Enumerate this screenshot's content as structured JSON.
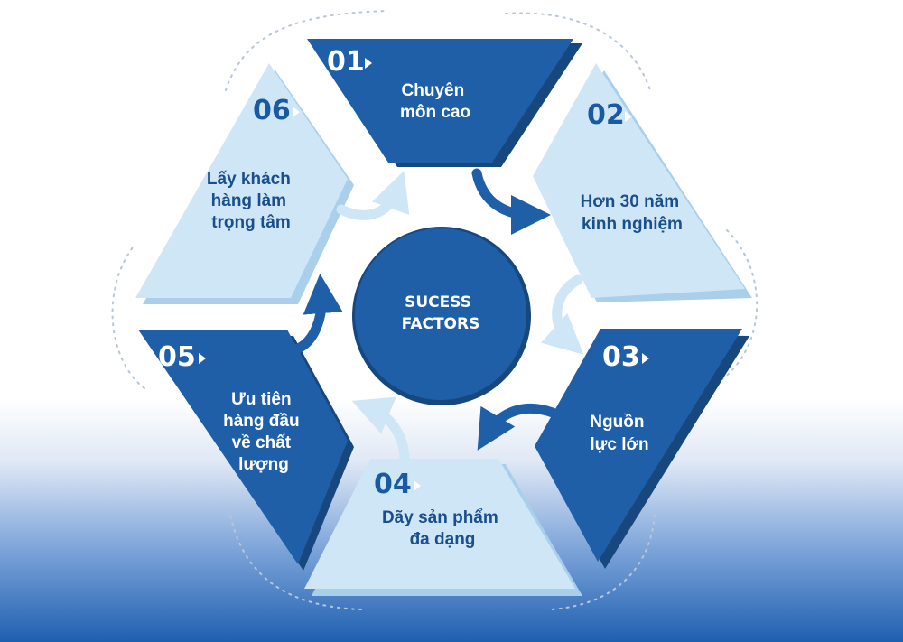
{
  "center": {
    "line1": "SUCESS",
    "line2": "FACTORS"
  },
  "segments": [
    {
      "number": "01",
      "lines": [
        "Chuyên",
        "môn cao"
      ]
    },
    {
      "number": "02",
      "lines": [
        "Hơn 30 năm",
        "kinh nghiệm"
      ]
    },
    {
      "number": "03",
      "lines": [
        "Nguồn",
        "lực lớn"
      ]
    },
    {
      "number": "04",
      "lines": [
        "Dãy sản phẩm",
        "đa dạng"
      ]
    },
    {
      "number": "05",
      "lines": [
        "Ưu tiên",
        "hàng đầu",
        "về chất",
        "lượng"
      ]
    },
    {
      "number": "06",
      "lines": [
        "Lấy khách",
        "hàng làm",
        "trọng tâm"
      ]
    }
  ],
  "colors": {
    "dark": "#1f5fa8",
    "dark_side": "#16477f",
    "light": "#cfe6f6",
    "light_side": "#a9cfeb",
    "dark_text": "#ffffff",
    "light_text": "#1a4f8e",
    "light_number": "#1a5aa3"
  }
}
